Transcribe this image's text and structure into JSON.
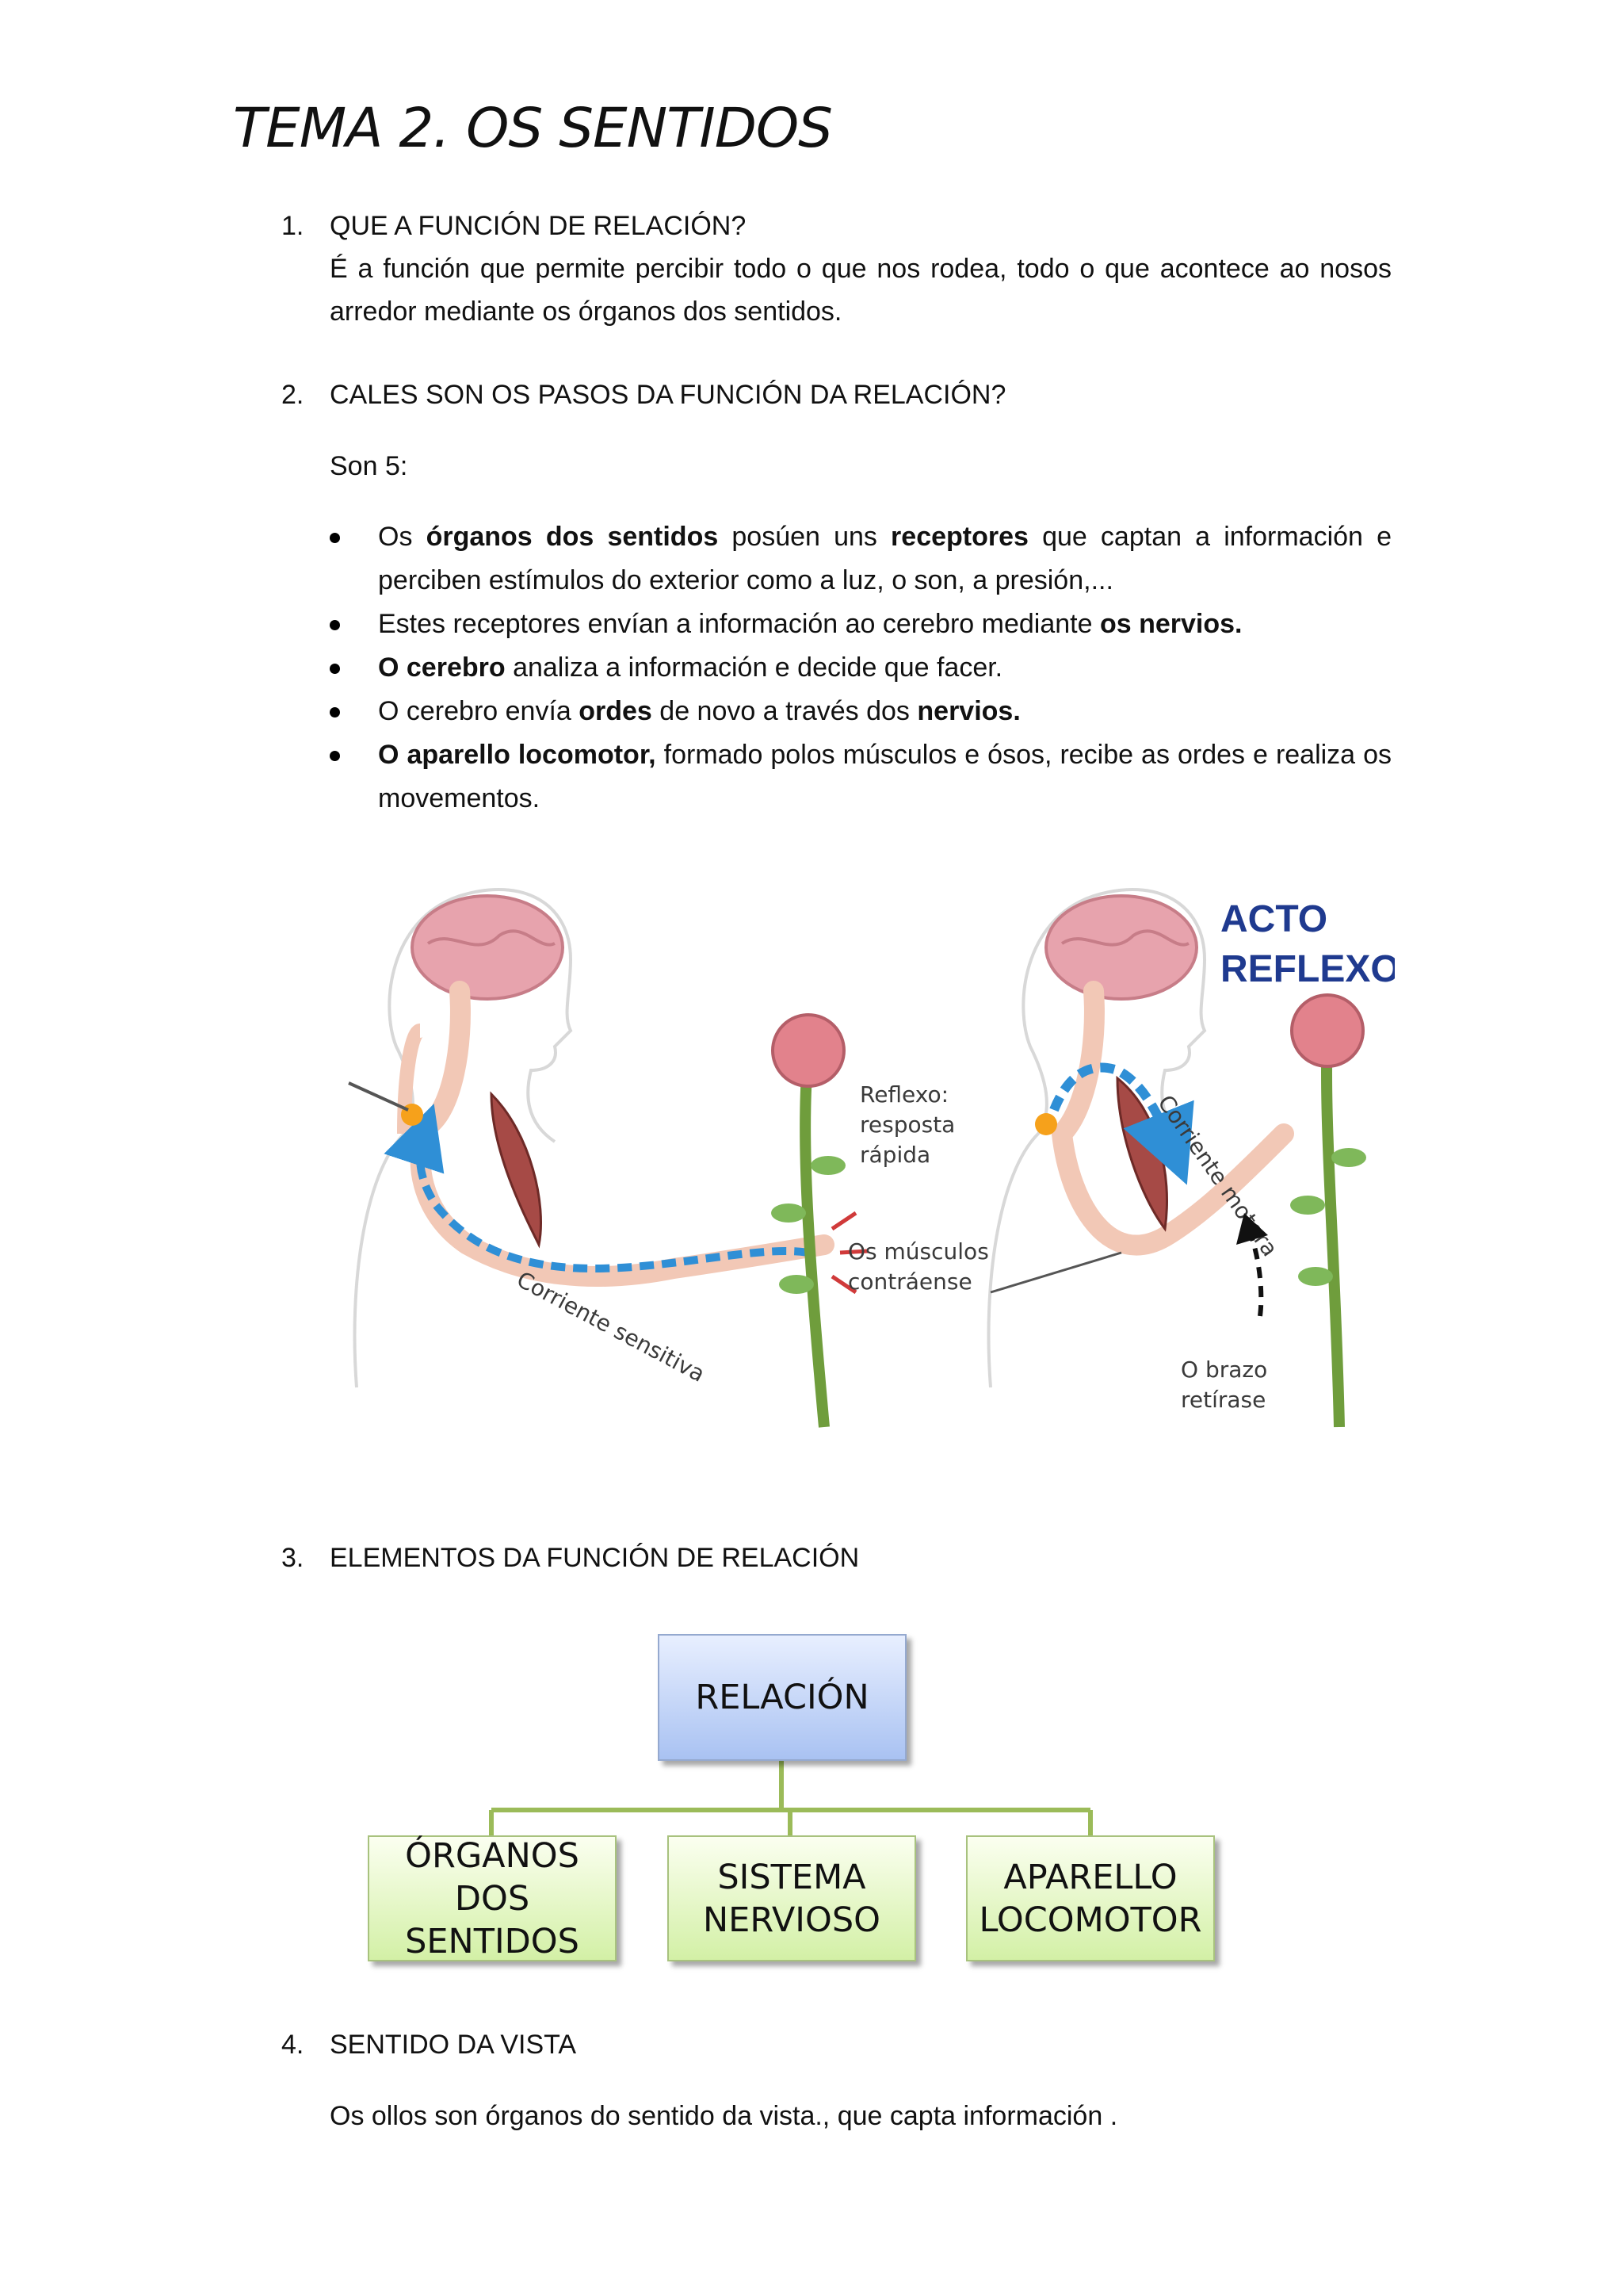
{
  "title": "TEMA 2. OS SENTIDOS",
  "sections": [
    {
      "number": "1.",
      "heading": "QUE A FUNCIÓN DE RELACIÓN?",
      "answer": "É  a función que permite percibir todo o que nos rodea, todo o que acontece ao nosos arredor mediante os órganos dos sentidos."
    },
    {
      "number": "2.",
      "heading": "CALES SON OS PASOS DA FUNCIÓN DA RELACIÓN?",
      "intro": "Son 5:",
      "steps": [
        {
          "a": "Os ",
          "b1": "órganos dos sentidos",
          "c": " posúen uns ",
          "b2": "receptores",
          "d": " que captan a información e perciben estímulos do exterior como a luz, o son, a presión,..."
        },
        {
          "a": "Estes receptores envían a información ao cerebro mediante ",
          "b1": "os nervios."
        },
        {
          "b1": "O cerebro",
          "a": " analiza a información e decide que facer."
        },
        {
          "a": "O cerebro envía ",
          "b1": "ordes",
          "c": " de novo a través dos ",
          "b2": "nervios."
        },
        {
          "b1": "O aparello locomotor,",
          "a": " formado polos músculos e ósos, recibe as ordes e realiza os movementos."
        }
      ]
    },
    {
      "number": "3.",
      "heading": "ELEMENTOS DA FUNCIÓN DE RELACIÓN"
    },
    {
      "number": "4.",
      "heading": "SENTIDO DA VISTA",
      "answer": "Os ollos son órganos do sentido da vista., que capta información ."
    }
  ],
  "figure": {
    "title_line1": "ACTO",
    "title_line2": "REFLEXO",
    "label_reflexo": [
      "Reflexo:",
      "resposta",
      "rápida"
    ],
    "label_musculos": [
      "Os músculos",
      "contráense"
    ],
    "label_brazo": [
      "O brazo",
      "retírase"
    ],
    "label_sensitiva": "Corriente sensitiva",
    "label_motora": "Corriente motora"
  },
  "diagram": {
    "root": "RELACIÓN",
    "children": [
      {
        "line1": "ÓRGANOS DOS",
        "line2": "SENTIDOS"
      },
      {
        "line1": "SISTEMA",
        "line2": "NERVIOSO"
      },
      {
        "line1": "APARELLO",
        "line2": "LOCOMOTOR"
      }
    ]
  },
  "colors": {
    "figure_title": "#1f3a8f",
    "nerve_arrow": "#2f8fd6",
    "connector": "#9bbb59"
  }
}
